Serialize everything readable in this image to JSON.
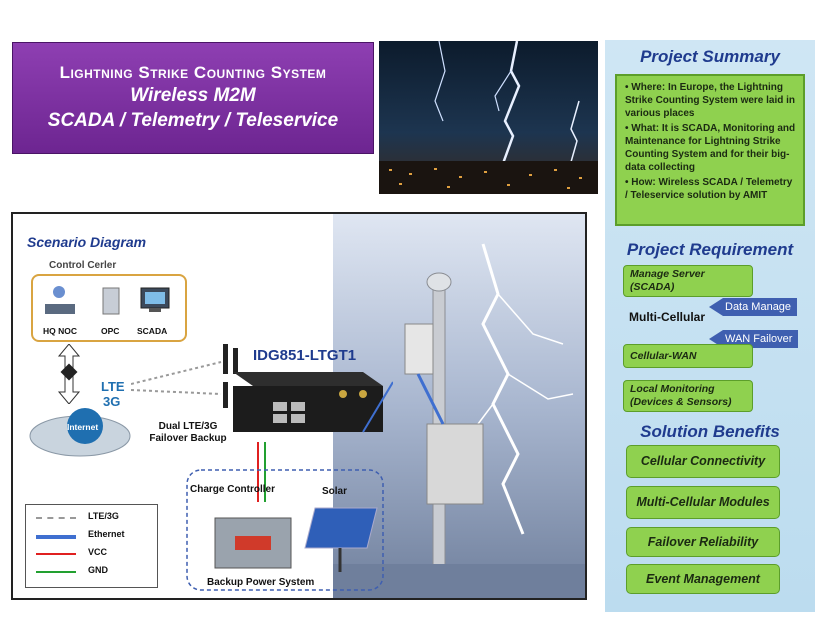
{
  "title": {
    "line1": "Lightning Strike Counting System",
    "line2": "Wireless M2M",
    "line3": "SCADA / Telemetry / Teleservice"
  },
  "summary": {
    "heading": "Project Summary",
    "items": [
      "• Where: In Europe, the Lightning Strike Counting System were laid in various places",
      "• What: It is SCADA, Monitoring and Maintenance for Lightning Strike Counting System and for their big-data collecting",
      "• How: Wireless SCADA / Telemetry / Teleservice solution by AMIT"
    ]
  },
  "requirement": {
    "heading": "Project Requirement",
    "manage_server": "Manage Server (SCADA)",
    "multi_cellular": "Multi-Cellular",
    "data_manage": "Data Manage",
    "wan_failover": "WAN Failover",
    "cellular_wan": "Cellular-WAN",
    "local_monitoring": "Local Monitoring (Devices & Sensors)"
  },
  "benefits": {
    "heading": "Solution Benefits",
    "items": [
      "Cellular Connectivity",
      "Multi-Cellular Modules",
      "Failover Reliability",
      "Event Management"
    ]
  },
  "scenario": {
    "title": "Scenario Diagram",
    "control_center": "Control Cerler",
    "hq_noc": "HQ NOC",
    "opc": "OPC",
    "scada": "SCADA",
    "lte": "LTE",
    "g3": "3G",
    "internet": "Internet",
    "device": "IDG851-LTGT1",
    "dual": "Dual LTE/3G Failover Backup",
    "charge": "Charge Controller",
    "solar": "Solar",
    "backup": "Backup Power System",
    "legend": [
      {
        "label": "LTE/3G",
        "color": "#999999"
      },
      {
        "label": "Ethernet",
        "color": "#3f6fd0"
      },
      {
        "label": "VCC",
        "color": "#e02020"
      },
      {
        "label": "GND",
        "color": "#22a030"
      }
    ]
  }
}
